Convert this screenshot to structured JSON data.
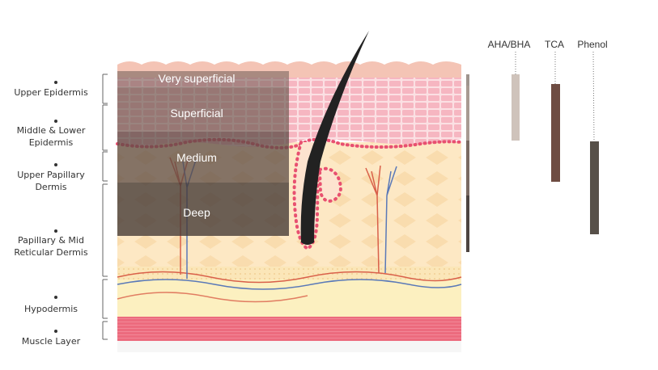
{
  "skin_layers": [
    {
      "label": [
        "Upper Epidermis"
      ]
    },
    {
      "label": [
        "Middle & Lower",
        "Epidermis"
      ]
    },
    {
      "label": [
        "Upper Papillary",
        "Dermis"
      ]
    },
    {
      "label": [
        "Papillary & Mid",
        "Reticular Dermis"
      ]
    },
    {
      "label": [
        "Hypodermis"
      ]
    },
    {
      "label": [
        "Muscle Layer"
      ]
    }
  ],
  "peel_depths": [
    {
      "label": "Very superficial"
    },
    {
      "label": "Superficial"
    },
    {
      "label": "Medium"
    },
    {
      "label": "Deep"
    }
  ],
  "peels": [
    {
      "label": "AHA/BHA",
      "color": "#cfc3bb"
    },
    {
      "label": "TCA",
      "color": "#6e4c42"
    },
    {
      "label": "Phenol",
      "color": "#575049"
    }
  ],
  "colors": {
    "stratum_corneum": "#f4c4b5",
    "epidermis": "#f8d0d4",
    "dermis": "#fde8c4",
    "hypodermis": "#fcf0c0",
    "muscle": "#ec6b7e",
    "follicle": "#e85070"
  }
}
